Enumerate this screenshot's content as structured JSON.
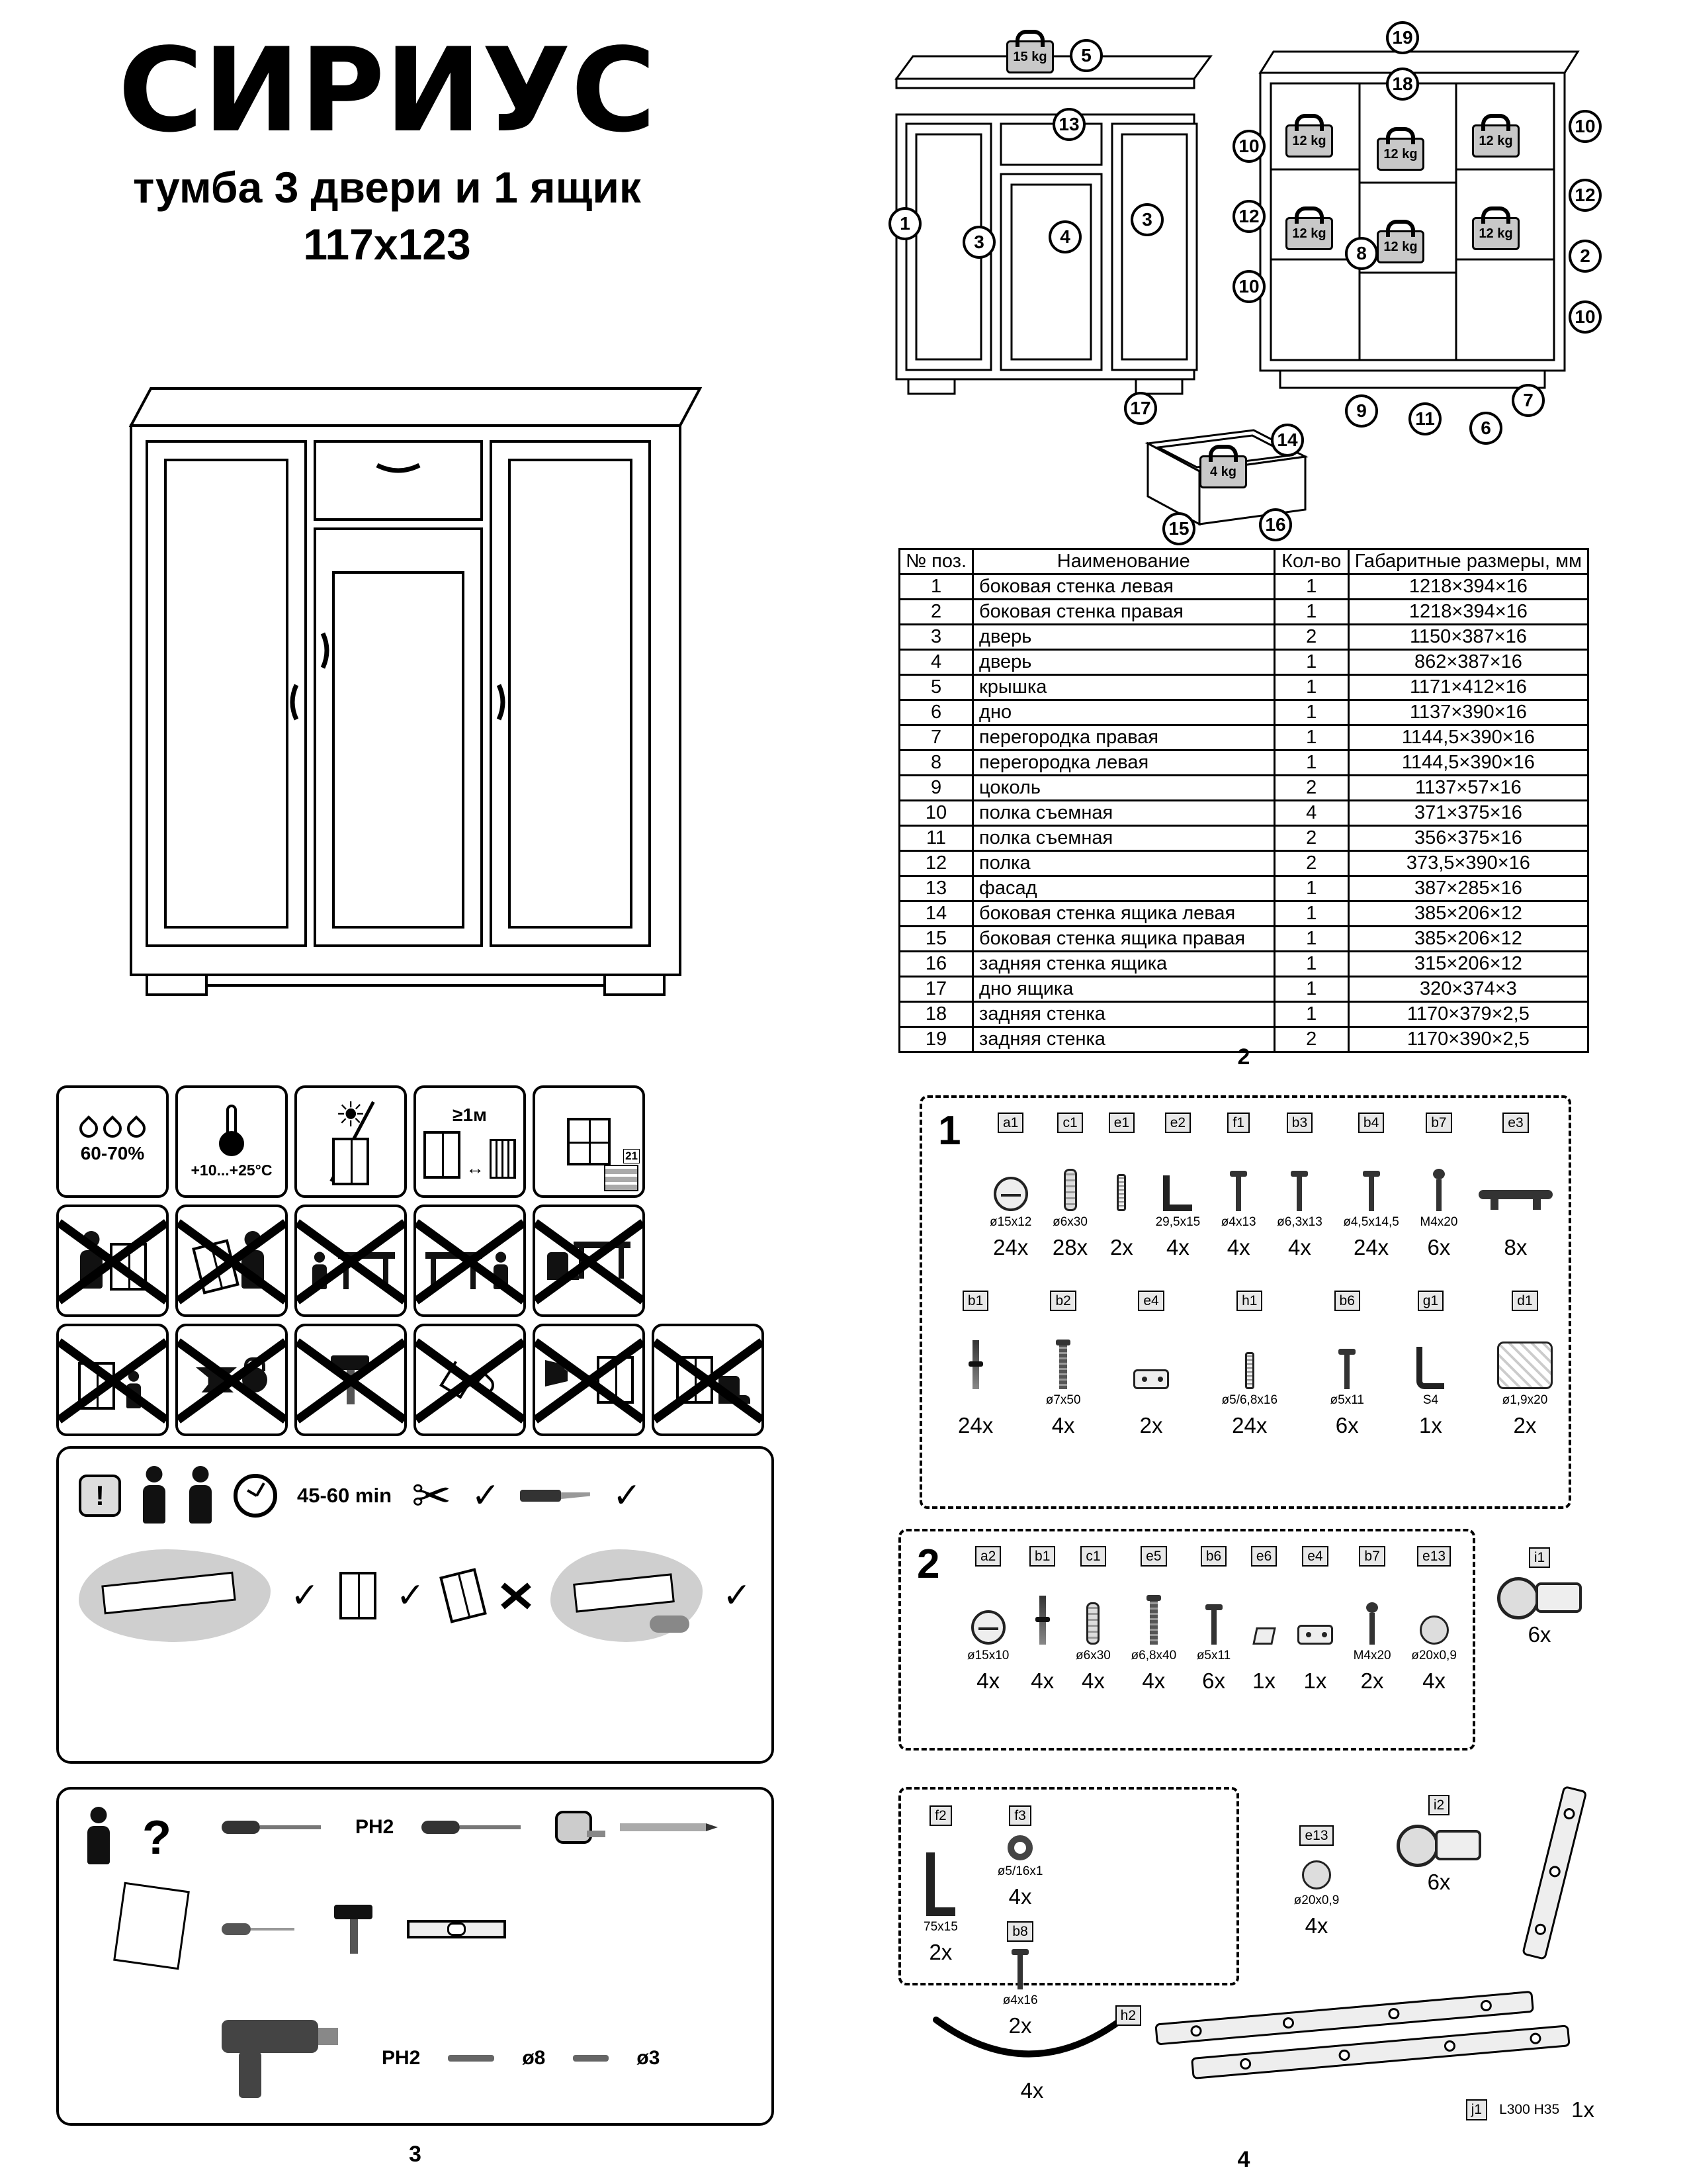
{
  "header": {
    "title": "СИРИУС",
    "subtitle": "тумба 3 двери и 1 ящик",
    "size": "117x123"
  },
  "pages": {
    "p2": "2",
    "p3": "3",
    "p4": "4"
  },
  "icons": {
    "check": "✓",
    "scissors": "✂",
    "sun": "☀",
    "arrow": "↔"
  },
  "exploded": {
    "front_callouts": [
      "5",
      "13",
      "1",
      "3",
      "4",
      "3"
    ],
    "front_weight": "15 kg",
    "back_callouts": [
      "19",
      "18",
      "10",
      "12",
      "10",
      "10",
      "12",
      "2",
      "10",
      "8",
      "9",
      "11",
      "6",
      "7"
    ],
    "shelf_weight": "12 kg",
    "drawer_callouts": [
      "17",
      "14",
      "15",
      "16"
    ],
    "drawer_weight": "4 kg"
  },
  "parts_table": {
    "headers": [
      "№ поз.",
      "Наименование",
      "Кол-во",
      "Габаритные размеры, мм"
    ],
    "rows": [
      [
        "1",
        "боковая стенка левая",
        "1",
        "1218×394×16"
      ],
      [
        "2",
        "боковая стенка правая",
        "1",
        "1218×394×16"
      ],
      [
        "3",
        "дверь",
        "2",
        "1150×387×16"
      ],
      [
        "4",
        "дверь",
        "1",
        "862×387×16"
      ],
      [
        "5",
        "крышка",
        "1",
        "1171×412×16"
      ],
      [
        "6",
        "дно",
        "1",
        "1137×390×16"
      ],
      [
        "7",
        "перегородка правая",
        "1",
        "1144,5×390×16"
      ],
      [
        "8",
        "перегородка левая",
        "1",
        "1144,5×390×16"
      ],
      [
        "9",
        "цоколь",
        "2",
        "1137×57×16"
      ],
      [
        "10",
        "полка съемная",
        "4",
        "371×375×16"
      ],
      [
        "11",
        "полка съемная",
        "2",
        "356×375×16"
      ],
      [
        "12",
        "полка",
        "2",
        "373,5×390×16"
      ],
      [
        "13",
        "фасад",
        "1",
        "387×285×16"
      ],
      [
        "14",
        "боковая стенка ящика левая",
        "1",
        "385×206×12"
      ],
      [
        "15",
        "боковая стенка ящика правая",
        "1",
        "385×206×12"
      ],
      [
        "16",
        "задняя стенка ящика",
        "1",
        "315×206×12"
      ],
      [
        "17",
        "дно ящика",
        "1",
        "320×374×3"
      ],
      [
        "18",
        "задняя стенка",
        "1",
        "1170×379×2,5"
      ],
      [
        "19",
        "задняя стенка",
        "2",
        "1170×390×2,5"
      ]
    ]
  },
  "care": {
    "humidity": "60-70%",
    "temperature": "+10...+25°C",
    "distance": "≥1м",
    "window_count": "21"
  },
  "assembly": {
    "warning": "!",
    "time": "45-60 min"
  },
  "tools": {
    "question": "?",
    "screwdriver_label": "PH2",
    "bit_label": "PH2",
    "drill_large": "ø8",
    "drill_small": "ø3"
  },
  "hardware_step1": {
    "panel_no": "1",
    "row1": [
      {
        "label": "a1",
        "kind": "cam",
        "size": "ø15x12",
        "qty": "24x"
      },
      {
        "label": "c1",
        "kind": "dowel",
        "size": "ø6x30",
        "qty": "28x"
      },
      {
        "label": "e1",
        "kind": "stud",
        "size": "",
        "qty": "2x"
      },
      {
        "label": "e2",
        "kind": "bracket",
        "size": "29,5x15",
        "qty": "4x"
      },
      {
        "label": "f1",
        "kind": "screw",
        "size": "ø4x13",
        "qty": "4x"
      },
      {
        "label": "b3",
        "kind": "screw",
        "size": "ø6,3x13",
        "qty": "4x"
      },
      {
        "label": "b4",
        "kind": "screw",
        "size": "ø4,5x14,5",
        "qty": "24x"
      },
      {
        "label": "b7",
        "kind": "bolt",
        "size": "M4x20",
        "qty": "6x"
      },
      {
        "label": "e3",
        "kind": "handle",
        "size": "",
        "qty": "8x"
      }
    ],
    "row2": [
      {
        "label": "b1",
        "kind": "cambolt",
        "size": "",
        "qty": "24x"
      },
      {
        "label": "b2",
        "kind": "confirmat",
        "size": "ø7x50",
        "qty": "4x"
      },
      {
        "label": "e4",
        "kind": "plate",
        "size": "",
        "qty": "2x"
      },
      {
        "label": "h1",
        "kind": "stud",
        "size": "ø5/6,8x16",
        "qty": "24x"
      },
      {
        "label": "b6",
        "kind": "screw",
        "size": "ø5x11",
        "qty": "6x"
      },
      {
        "label": "g1",
        "kind": "hexkey",
        "size": "S4",
        "qty": "1x"
      },
      {
        "label": "d1",
        "kind": "bag",
        "size": "ø1,9x20",
        "qty": "2x"
      }
    ]
  },
  "hardware_step2": {
    "panel_no": "2",
    "row": [
      {
        "label": "a2",
        "kind": "cam",
        "size": "ø15x10",
        "qty": "4x"
      },
      {
        "label": "b1",
        "kind": "cambolt",
        "size": "",
        "qty": "4x"
      },
      {
        "label": "c1",
        "kind": "dowel",
        "size": "ø6x30",
        "qty": "4x"
      },
      {
        "label": "e5",
        "kind": "confirmat",
        "size": "ø6,8x40",
        "qty": "4x"
      },
      {
        "label": "b6",
        "kind": "screw",
        "size": "ø5x11",
        "qty": "6x"
      },
      {
        "label": "e6",
        "kind": "clip",
        "size": "",
        "qty": "1x"
      },
      {
        "label": "e4",
        "kind": "plate",
        "size": "",
        "qty": "1x"
      },
      {
        "label": "b7",
        "kind": "bolt",
        "size": "M4x20",
        "qty": "2x"
      },
      {
        "label": "e13",
        "kind": "cover",
        "size": "ø20x0,9",
        "qty": "4x"
      }
    ],
    "hinge": {
      "label": "i1",
      "qty": "6x"
    }
  },
  "hardware_step3": {
    "items": [
      {
        "label": "f2",
        "size": "75x15",
        "qty": "2x"
      },
      {
        "label": "f3",
        "size": "ø5/16x1",
        "qty": "4x"
      },
      {
        "label": "b8",
        "size": "ø4x16",
        "qty": "2x"
      }
    ],
    "cover": {
      "label": "e13",
      "size": "ø20x0,9",
      "qty": "4x"
    },
    "hinge": {
      "label": "i2",
      "qty": "6x"
    },
    "handle": {
      "label": "h2",
      "qty": "4x"
    },
    "rail": {
      "label": "j1",
      "size": "L300 H35",
      "qty": "1x"
    }
  }
}
